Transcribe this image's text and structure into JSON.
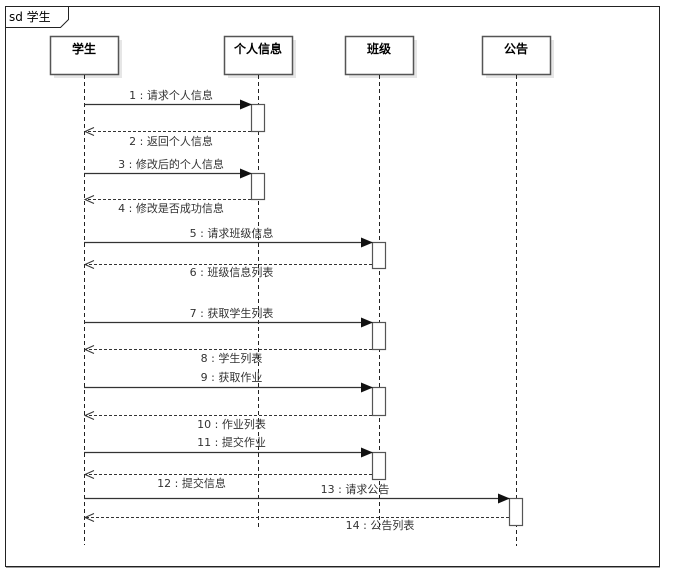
{
  "frame": {
    "kind": "sd",
    "name": "学生",
    "label": "sd 学生"
  },
  "participants": [
    {
      "id": "student",
      "label": "学生"
    },
    {
      "id": "personal",
      "label": "个人信息"
    },
    {
      "id": "class",
      "label": "班级"
    },
    {
      "id": "notice",
      "label": "公告"
    }
  ],
  "messages": [
    {
      "num": 1,
      "text": "1 : 请求个人信息",
      "from": "student",
      "to": "personal",
      "type": "sync"
    },
    {
      "num": 2,
      "text": "2 : 返回个人信息",
      "from": "personal",
      "to": "student",
      "type": "reply"
    },
    {
      "num": 3,
      "text": "3 : 修改后的个人信息",
      "from": "student",
      "to": "personal",
      "type": "sync"
    },
    {
      "num": 4,
      "text": "4 : 修改是否成功信息",
      "from": "personal",
      "to": "student",
      "type": "reply"
    },
    {
      "num": 5,
      "text": "5 : 请求班级信息",
      "from": "student",
      "to": "class",
      "type": "sync"
    },
    {
      "num": 6,
      "text": "6 : 班级信息列表",
      "from": "class",
      "to": "student",
      "type": "reply"
    },
    {
      "num": 7,
      "text": "7 : 获取学生列表",
      "from": "student",
      "to": "class",
      "type": "sync"
    },
    {
      "num": 8,
      "text": "8 : 学生列表",
      "from": "class",
      "to": "student",
      "type": "reply"
    },
    {
      "num": 9,
      "text": "9 : 获取作业",
      "from": "student",
      "to": "class",
      "type": "sync"
    },
    {
      "num": 10,
      "text": "10 : 作业列表",
      "from": "class",
      "to": "student",
      "type": "reply"
    },
    {
      "num": 11,
      "text": "11 : 提交作业",
      "from": "student",
      "to": "class",
      "type": "sync"
    },
    {
      "num": 12,
      "text": "12 : 提交信息",
      "from": "class",
      "to": "student",
      "type": "reply"
    },
    {
      "num": 13,
      "text": "13 : 请求公告",
      "from": "student",
      "to": "notice",
      "type": "sync"
    },
    {
      "num": 14,
      "text": "14 : 公告列表",
      "from": "notice",
      "to": "student",
      "type": "reply"
    }
  ],
  "colors": {
    "line": "#333333",
    "frame": "#222222",
    "box_fill": "#ffffff",
    "shadow": "#e6e6e6",
    "text": "#333333"
  }
}
